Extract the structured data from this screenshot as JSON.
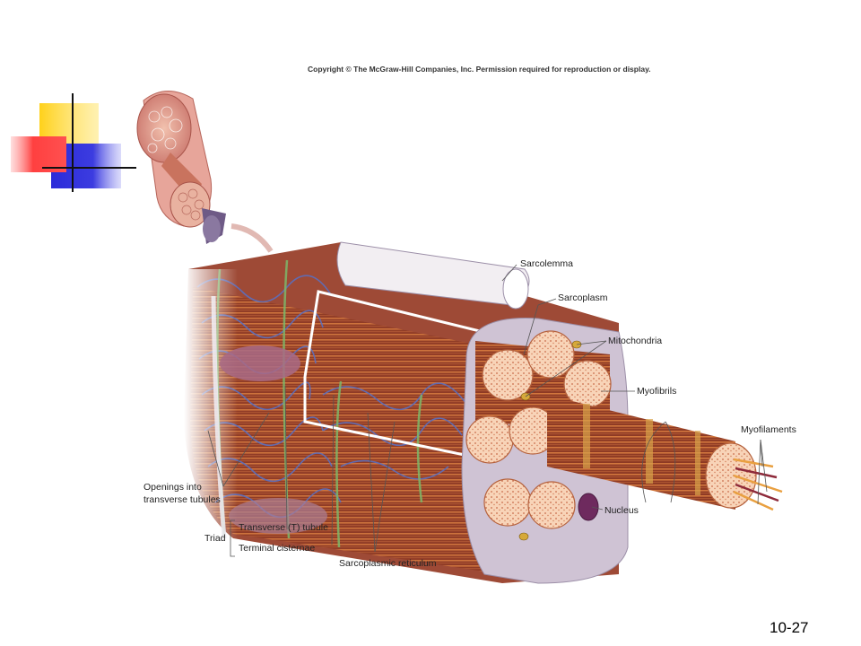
{
  "copyright": "Copyright © The McGraw-Hill Companies, Inc. Permission required for reproduction or display.",
  "slide_number": "10-27",
  "labels": {
    "sarcolemma": "Sarcolemma",
    "sarcoplasm": "Sarcoplasm",
    "mitochondria": "Mitochondria",
    "myofibrils": "Myofibrils",
    "myofilaments": "Myofilaments",
    "nucleus": "Nucleus",
    "openings_line1": "Openings into",
    "openings_line2": "transverse tubules",
    "triad": "Triad",
    "t_tubule": "Transverse  (T) tubule",
    "terminal_cisternae": "Terminal cisternae",
    "sarcoplasmic_reticulum": "Sarcoplasmic reticulum"
  },
  "colors": {
    "deco_yellow": "#FFD11A",
    "deco_red": "#FF4040",
    "deco_blue": "#2B2BD9",
    "muscle_red": "#A0442A",
    "myofibril_light": "#F6C9A6",
    "sr_blue": "#5A6FC0",
    "membrane": "#EEE9EE"
  }
}
